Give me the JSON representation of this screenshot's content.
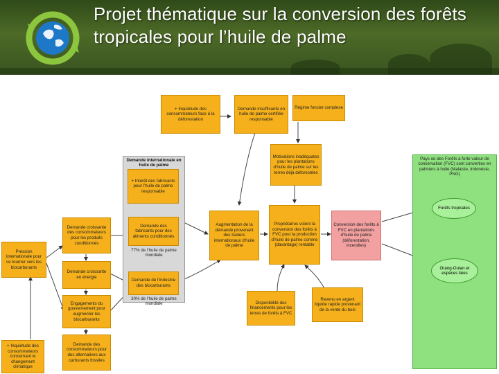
{
  "slide": {
    "title": "Projet thématique sur la conversion des forêts tropicales pour l’huile de palme"
  },
  "diagram": {
    "inquietude_deforestation": "+ Inquiétude des consommateurs face à la déforestation",
    "demande_insuffisante": "Demande insuffisante en huile de palme certifiée responsable",
    "regime_foncier": "Régime foncier complexe",
    "motivations": "Motivations inadéquates pour les plantations d’huile de palme sur les terres déjà déforestées",
    "demande_internationale": "Demande internationale en huile de palme",
    "interet_fabricants": "+ Intérêt des fabricants pour l’huile de palme responsable",
    "augmentation_demande": "Augmentation de la demande provenant des traders internationaux d’huile de palme",
    "proprietaires": "Propriétaires voient la conversion des forêts à FVC pour la production d’huile de palme comme (davantage) rentable",
    "conversion_forets": "Conversion des forêts à FVC en plantations d’huile de palme (déforestation, incendies)",
    "pays": "Pays où des Forêts à forte valeur de conservation (FVC) sont converties en palmiers à huile (Malaisie, Indonésie, PNG)",
    "forets_tropicales": "Forêts tropicales",
    "orang_outan": "Orang-Outan et espèces liées",
    "demande_produits": "Demande croissante des consommateurs pour les produits conditionnés",
    "demande_aliments": "Demande des fabricants pour des aliments conditionnés",
    "pct77": "77% de l’huile de palme mondiale",
    "pression_biocarburants": "Pression internationale pour se tourner vers les biocarburants",
    "demande_energie": "Demande croissante en énergie",
    "demande_industrie": "Demande de l’industrie des biocarburants",
    "pct30": "30% de l’huile de palme mondiale",
    "engagements": "Engagements du gouvernement pour augmenter les biocarburants",
    "disponibilite": "Disponibilité des financements pour les terres de forêts à FVC",
    "revenu": "Revenu en argent liquide rapide provenant de la vente du bois",
    "inquietude_climat": "+ Inquiétude des consommateurs concernant le changement climatique",
    "demande_alternatives": "Demande des consommateurs pour des alternatives aux carburants fossiles"
  },
  "colors": {
    "orange": "#f5b01b",
    "pink": "#f2a0a0",
    "green": "#8fe07e",
    "grey": "#d8d8d8",
    "header": "#3e5a1e"
  }
}
